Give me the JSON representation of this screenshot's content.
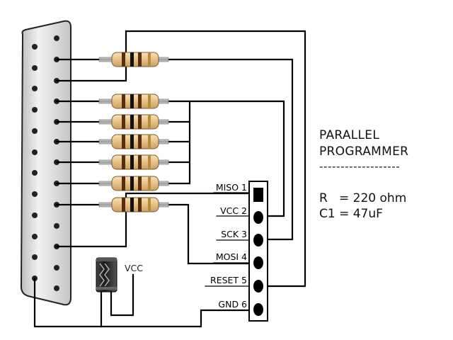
{
  "title": {
    "line1": "PARALLEL",
    "line2": "PROGRAMMER",
    "divider": "-------------------"
  },
  "notes": {
    "resistor": "R   = 220 ohm",
    "capacitor": "C1 = 47uF"
  },
  "header_pins": [
    {
      "label": "MISO 1"
    },
    {
      "label": "VCC 2"
    },
    {
      "label": "SCK 3"
    },
    {
      "label": "MOSI 4"
    },
    {
      "label": "RESET 5"
    },
    {
      "label": "GND 6"
    }
  ],
  "vcc_label": "VCC",
  "colors": {
    "connector_fill": "#dcdcdc",
    "resistor_body": "#e8c88e",
    "resistor_band_brown": "#5a2d10",
    "resistor_band_black": "#111111",
    "capacitor_body": "#1c1c1c",
    "lead": "#a0a0a0"
  }
}
